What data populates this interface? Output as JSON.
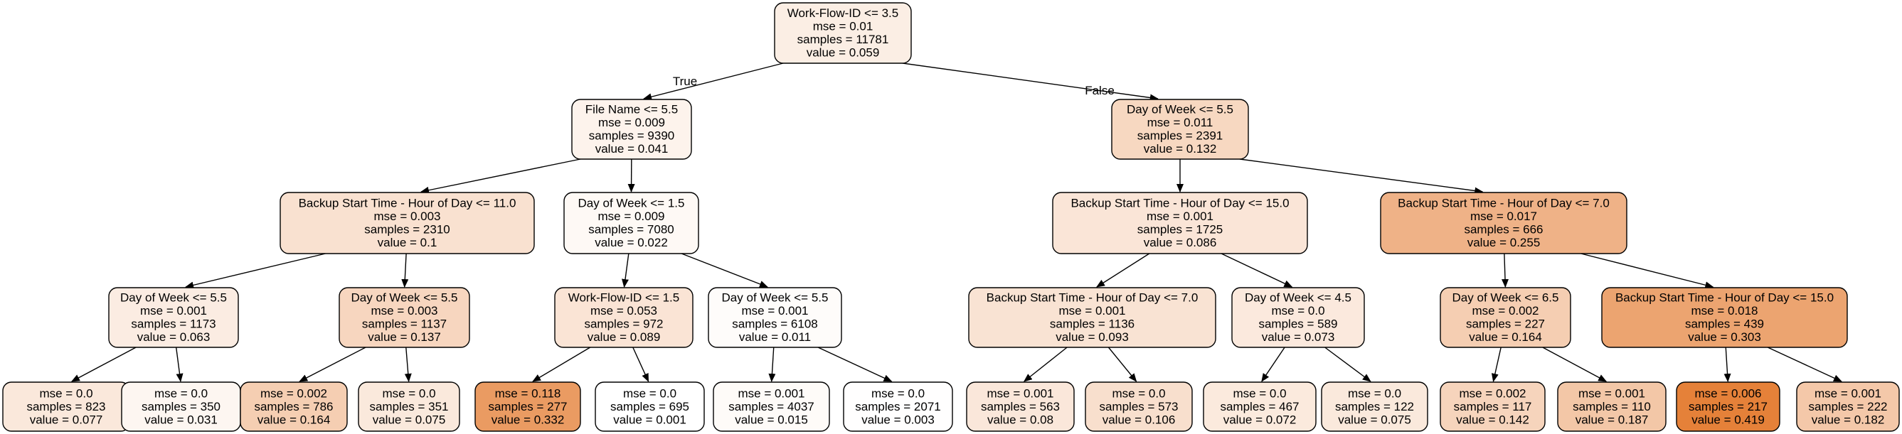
{
  "tree": {
    "edge_labels": {
      "true": "True",
      "false": "False"
    },
    "nodes": [
      {
        "id": "n0",
        "lines": [
          "Work-Flow-ID <= 3.5",
          "mse = 0.01",
          "samples = 11781",
          "value = 0.059"
        ],
        "value": 0.059
      },
      {
        "id": "n1",
        "lines": [
          "File Name <= 5.5",
          "mse = 0.009",
          "samples = 9390",
          "value = 0.041"
        ],
        "value": 0.041
      },
      {
        "id": "n2",
        "lines": [
          "Day of Week <= 5.5",
          "mse = 0.011",
          "samples = 2391",
          "value = 0.132"
        ],
        "value": 0.132
      },
      {
        "id": "n3",
        "lines": [
          "Backup Start Time - Hour of Day <= 11.0",
          "mse = 0.003",
          "samples = 2310",
          "value = 0.1"
        ],
        "value": 0.1
      },
      {
        "id": "n4",
        "lines": [
          "Day of Week <= 1.5",
          "mse = 0.009",
          "samples = 7080",
          "value = 0.022"
        ],
        "value": 0.022
      },
      {
        "id": "n5",
        "lines": [
          "Backup Start Time - Hour of Day <= 15.0",
          "mse = 0.001",
          "samples = 1725",
          "value = 0.086"
        ],
        "value": 0.086
      },
      {
        "id": "n6",
        "lines": [
          "Backup Start Time - Hour of Day <= 7.0",
          "mse = 0.017",
          "samples = 666",
          "value = 0.255"
        ],
        "value": 0.255
      },
      {
        "id": "n7",
        "lines": [
          "Day of Week <= 5.5",
          "mse = 0.001",
          "samples = 1173",
          "value = 0.063"
        ],
        "value": 0.063
      },
      {
        "id": "n8",
        "lines": [
          "Day of Week <= 5.5",
          "mse = 0.003",
          "samples = 1137",
          "value = 0.137"
        ],
        "value": 0.137
      },
      {
        "id": "n9",
        "lines": [
          "Work-Flow-ID <= 1.5",
          "mse = 0.053",
          "samples = 972",
          "value = 0.089"
        ],
        "value": 0.089
      },
      {
        "id": "n10",
        "lines": [
          "Day of Week <= 5.5",
          "mse = 0.001",
          "samples = 6108",
          "value = 0.011"
        ],
        "value": 0.011
      },
      {
        "id": "n11",
        "lines": [
          "Backup Start Time - Hour of Day <= 7.0",
          "mse = 0.001",
          "samples = 1136",
          "value = 0.093"
        ],
        "value": 0.093
      },
      {
        "id": "n12",
        "lines": [
          "Day of Week <= 4.5",
          "mse = 0.0",
          "samples = 589",
          "value = 0.073"
        ],
        "value": 0.073
      },
      {
        "id": "n13",
        "lines": [
          "Day of Week <= 6.5",
          "mse = 0.002",
          "samples = 227",
          "value = 0.164"
        ],
        "value": 0.164
      },
      {
        "id": "n14",
        "lines": [
          "Backup Start Time - Hour of Day <= 15.0",
          "mse = 0.018",
          "samples = 439",
          "value = 0.303"
        ],
        "value": 0.303
      },
      {
        "id": "n15",
        "lines": [
          "mse = 0.0",
          "samples = 823",
          "value = 0.077"
        ],
        "value": 0.077
      },
      {
        "id": "n16",
        "lines": [
          "mse = 0.0",
          "samples = 350",
          "value = 0.031"
        ],
        "value": 0.031
      },
      {
        "id": "n17",
        "lines": [
          "mse = 0.002",
          "samples = 786",
          "value = 0.164"
        ],
        "value": 0.164
      },
      {
        "id": "n18",
        "lines": [
          "mse = 0.0",
          "samples = 351",
          "value = 0.075"
        ],
        "value": 0.075
      },
      {
        "id": "n19",
        "lines": [
          "mse = 0.118",
          "samples = 277",
          "value = 0.332"
        ],
        "value": 0.332
      },
      {
        "id": "n20",
        "lines": [
          "mse = 0.0",
          "samples = 695",
          "value = 0.001"
        ],
        "value": 0.001
      },
      {
        "id": "n21",
        "lines": [
          "mse = 0.001",
          "samples = 4037",
          "value = 0.015"
        ],
        "value": 0.015
      },
      {
        "id": "n22",
        "lines": [
          "mse = 0.0",
          "samples = 2071",
          "value = 0.003"
        ],
        "value": 0.003
      },
      {
        "id": "n23",
        "lines": [
          "mse = 0.001",
          "samples = 563",
          "value = 0.08"
        ],
        "value": 0.08
      },
      {
        "id": "n24",
        "lines": [
          "mse = 0.0",
          "samples = 573",
          "value = 0.106"
        ],
        "value": 0.106
      },
      {
        "id": "n25",
        "lines": [
          "mse = 0.0",
          "samples = 467",
          "value = 0.072"
        ],
        "value": 0.072
      },
      {
        "id": "n26",
        "lines": [
          "mse = 0.0",
          "samples = 122",
          "value = 0.075"
        ],
        "value": 0.075
      },
      {
        "id": "n27",
        "lines": [
          "mse = 0.002",
          "samples = 117",
          "value = 0.142"
        ],
        "value": 0.142
      },
      {
        "id": "n28",
        "lines": [
          "mse = 0.001",
          "samples = 110",
          "value = 0.187"
        ],
        "value": 0.187
      },
      {
        "id": "n29",
        "lines": [
          "mse = 0.006",
          "samples = 217",
          "value = 0.419"
        ],
        "value": 0.419
      },
      {
        "id": "n30",
        "lines": [
          "mse = 0.001",
          "samples = 222",
          "value = 0.182"
        ],
        "value": 0.182
      }
    ],
    "edges": [
      [
        "n0",
        "n1"
      ],
      [
        "n0",
        "n2"
      ],
      [
        "n1",
        "n3"
      ],
      [
        "n1",
        "n4"
      ],
      [
        "n2",
        "n5"
      ],
      [
        "n2",
        "n6"
      ],
      [
        "n3",
        "n7"
      ],
      [
        "n3",
        "n8"
      ],
      [
        "n4",
        "n9"
      ],
      [
        "n4",
        "n10"
      ],
      [
        "n5",
        "n11"
      ],
      [
        "n5",
        "n12"
      ],
      [
        "n6",
        "n13"
      ],
      [
        "n6",
        "n14"
      ],
      [
        "n7",
        "n15"
      ],
      [
        "n7",
        "n16"
      ],
      [
        "n8",
        "n17"
      ],
      [
        "n8",
        "n18"
      ],
      [
        "n9",
        "n19"
      ],
      [
        "n9",
        "n20"
      ],
      [
        "n10",
        "n21"
      ],
      [
        "n10",
        "n22"
      ],
      [
        "n11",
        "n23"
      ],
      [
        "n11",
        "n24"
      ],
      [
        "n12",
        "n25"
      ],
      [
        "n12",
        "n26"
      ],
      [
        "n13",
        "n27"
      ],
      [
        "n13",
        "n28"
      ],
      [
        "n14",
        "n29"
      ],
      [
        "n14",
        "n30"
      ]
    ],
    "color_scale": {
      "low": "#ffffff",
      "high": "#e58139"
    }
  }
}
